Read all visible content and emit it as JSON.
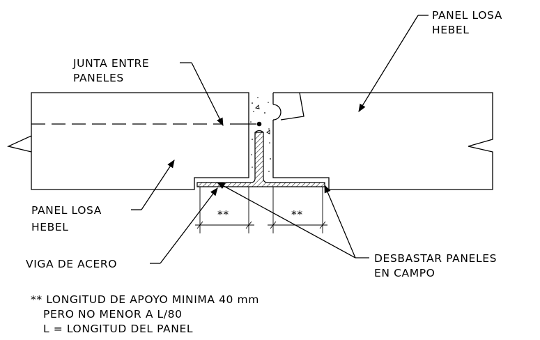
{
  "labels": {
    "panel_top_1": "PANEL LOSA",
    "panel_top_2": "HEBEL",
    "junta_1": "JUNTA ENTRE",
    "junta_2": "PANELES",
    "panel_left_1": "PANEL LOSA",
    "panel_left_2": "HEBEL",
    "viga": "VIGA DE ACERO",
    "desbastar_1": "DESBASTAR PANELES",
    "desbastar_2": "EN CAMPO",
    "dim_left": "**",
    "dim_right": "**"
  },
  "notes": {
    "line1": "** LONGITUD DE APOYO MINIMA 40 mm",
    "line2": "PERO NO MENOR A L/80",
    "line3": "L = LONGITUD DEL PANEL"
  }
}
